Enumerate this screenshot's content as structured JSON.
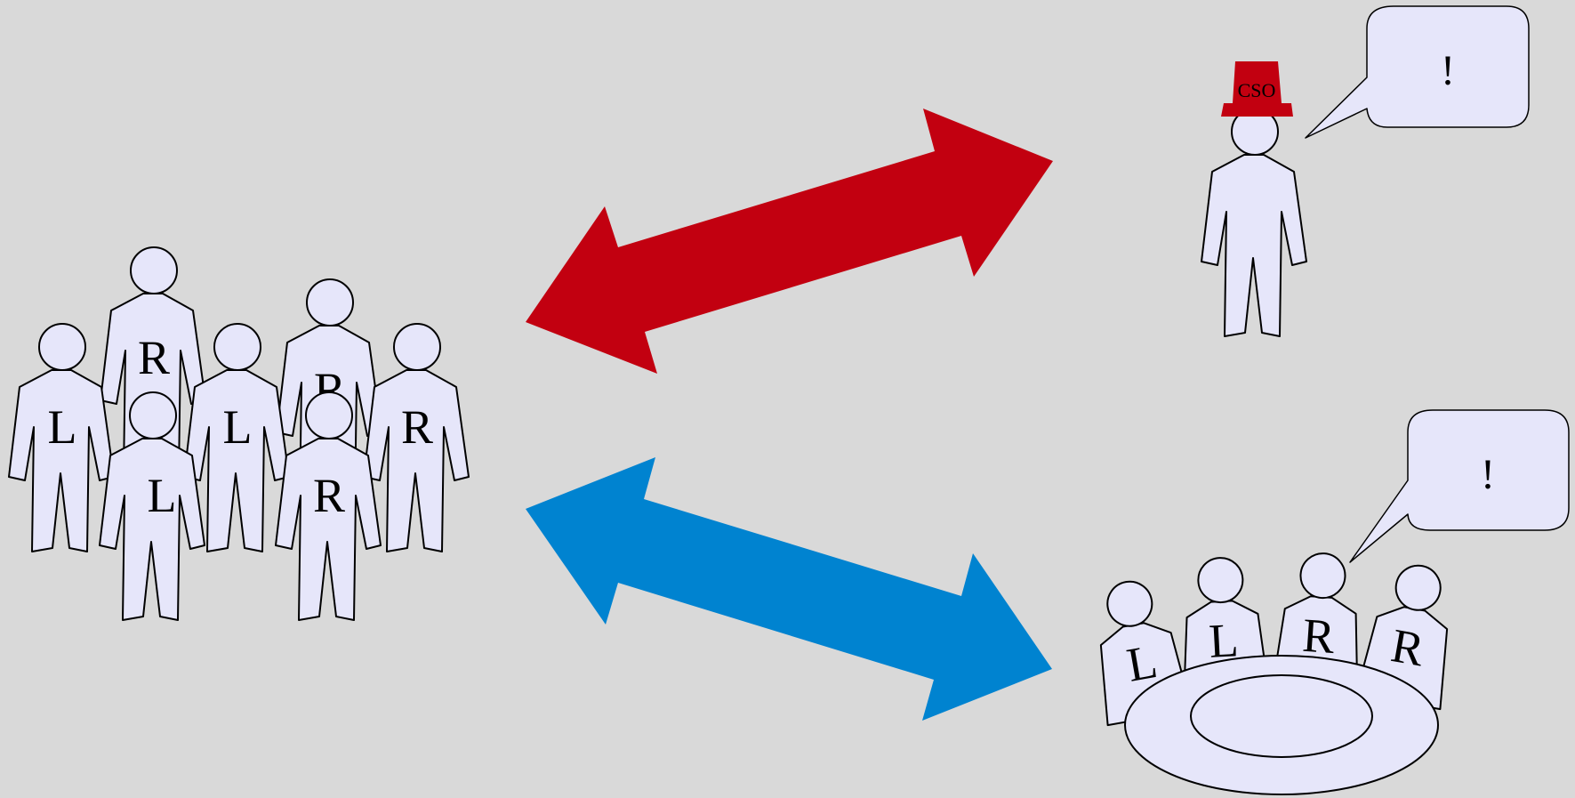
{
  "diagram": {
    "group": {
      "people": [
        {
          "letter": "L"
        },
        {
          "letter": "R"
        },
        {
          "letter": "L"
        },
        {
          "letter": "R"
        },
        {
          "letter": "R"
        },
        {
          "letter": "L"
        },
        {
          "letter": "R"
        }
      ]
    },
    "cso": {
      "hat_label": "CSO",
      "bubble_text": "!"
    },
    "committee": {
      "members": [
        {
          "letter": "L"
        },
        {
          "letter": "L"
        },
        {
          "letter": "R"
        },
        {
          "letter": "R"
        }
      ],
      "bubble_text": "!"
    },
    "arrows": [
      {
        "id": "top",
        "color": "#c20010",
        "direction": "bidirectional"
      },
      {
        "id": "bottom",
        "color": "#0083d0",
        "direction": "bidirectional"
      }
    ],
    "colors": {
      "background": "#d9d9d9",
      "figure_fill": "#e6e6fa",
      "outline": "#000000",
      "hat": "#c20010"
    }
  }
}
